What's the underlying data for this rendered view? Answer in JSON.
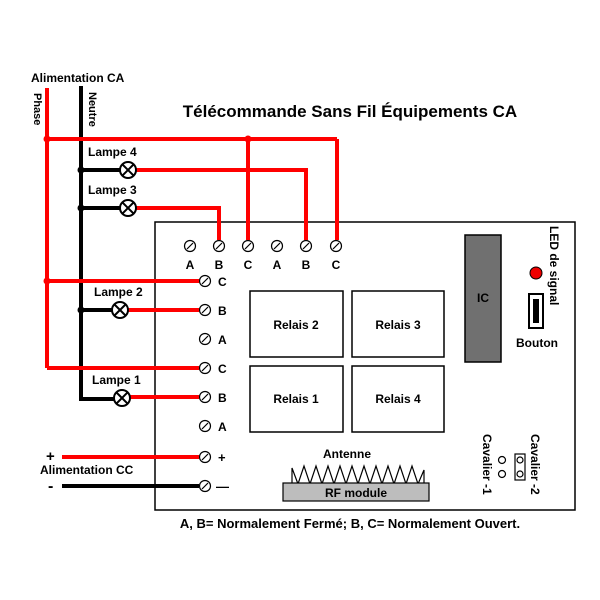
{
  "title": "Télécommande Sans Fil Équipements CA",
  "ac_supply": {
    "label": "Alimentation CA",
    "phase": "Phase",
    "neutral": "Neutre"
  },
  "lamps": {
    "lamp4": "Lampe 4",
    "lamp3": "Lampe 3",
    "lamp2": "Lampe 2",
    "lamp1": "Lampe 1"
  },
  "top_terminals": [
    "A",
    "B",
    "C",
    "A",
    "B",
    "C"
  ],
  "left_terminals": [
    "C",
    "B",
    "A",
    "C",
    "B",
    "A",
    "+",
    "—"
  ],
  "relays": {
    "r1": "Relais 1",
    "r2": "Relais 2",
    "r3": "Relais 3",
    "r4": "Relais 4"
  },
  "ic": "IC",
  "led": "LED de signal",
  "button": "Bouton",
  "antenna": "Antenne",
  "rf_module": "RF module",
  "jumper1": "Cavalier -1",
  "jumper2": "Cavalier -2",
  "dc_supply": {
    "label": "Alimentation CC",
    "plus": "+",
    "minus": "-"
  },
  "footnote": "A, B= Normalement Fermé; B, C= Normalement Ouvert.",
  "colors": {
    "wire_phase": "#ff0000",
    "wire_neutral": "#000000",
    "led": "#ee0000",
    "ic": "#707070"
  }
}
